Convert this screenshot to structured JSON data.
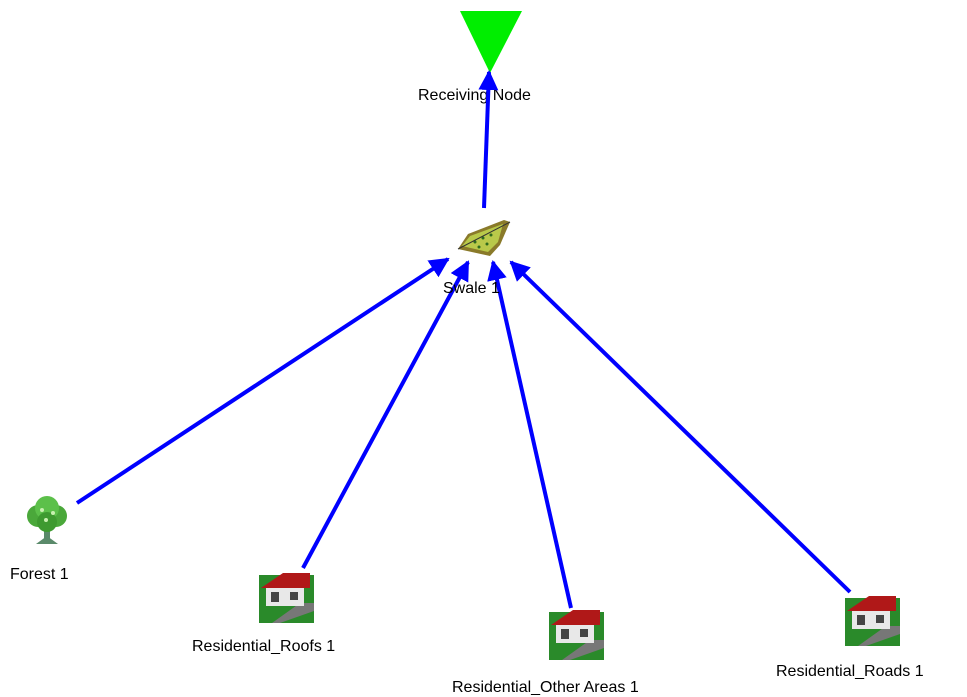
{
  "nodes": {
    "receiving": {
      "label": "Receiving Node",
      "icon": "green-triangle-icon"
    },
    "swale": {
      "label": "Swale 1",
      "icon": "swale-icon"
    },
    "forest": {
      "label": "Forest 1",
      "icon": "tree-icon"
    },
    "roofs": {
      "label": "Residential_Roofs 1",
      "icon": "house-icon"
    },
    "other": {
      "label": "Residential_Other Areas 1",
      "icon": "house-icon"
    },
    "roads": {
      "label": "Residential_Roads 1",
      "icon": "house-icon"
    }
  },
  "colors": {
    "link": "#0000ff",
    "receiving_node": "#00ee00"
  }
}
